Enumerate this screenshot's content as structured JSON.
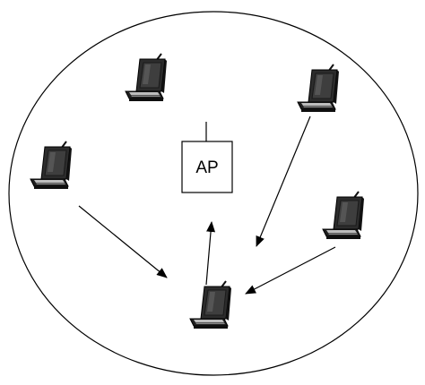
{
  "diagram": {
    "access_point": {
      "label": "AP"
    },
    "laptops": [
      {
        "id": "laptop-top-center",
        "role": "client"
      },
      {
        "id": "laptop-top-right",
        "role": "client"
      },
      {
        "id": "laptop-left",
        "role": "client"
      },
      {
        "id": "laptop-right",
        "role": "client"
      },
      {
        "id": "laptop-bottom-center",
        "role": "relay"
      }
    ],
    "connections": [
      {
        "from": "laptop-left",
        "to": "laptop-bottom-center"
      },
      {
        "from": "laptop-top-right",
        "to": "laptop-bottom-center"
      },
      {
        "from": "laptop-right",
        "to": "laptop-bottom-center"
      },
      {
        "from": "laptop-bottom-center",
        "to": "access_point"
      }
    ],
    "colors": {
      "stroke": "#000000",
      "laptop_body": "#2a2a2a",
      "laptop_screen": "#3c3c3c",
      "laptop_highlight": "#bdbdbd",
      "background": "#ffffff"
    }
  }
}
